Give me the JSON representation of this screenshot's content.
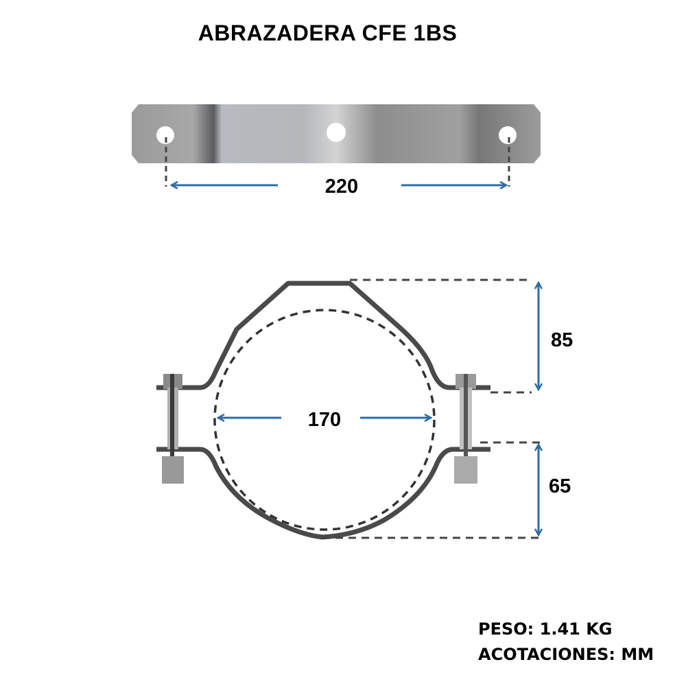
{
  "title": "ABRAZADERA CFE 1BS",
  "dimensions": {
    "plate_length": "220",
    "inner_diameter": "170",
    "upper_height": "85",
    "lower_height": "65"
  },
  "footer": {
    "weight": "PESO: 1.41 KG",
    "units": "ACOTACIONES: MM"
  },
  "colors": {
    "arrow": "#2e6da4",
    "outline": "#4a4a4a"
  }
}
